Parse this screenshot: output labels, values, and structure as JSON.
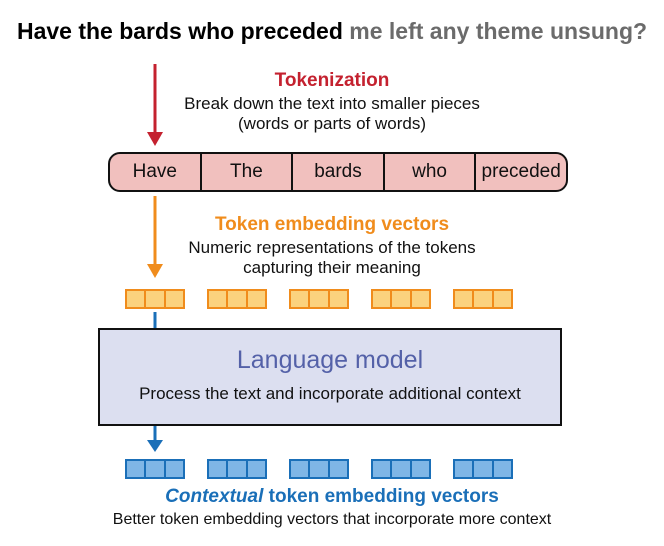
{
  "sentence": {
    "bold_part": "Have the bards who preceded",
    "muted_part": "me left any theme unsung?"
  },
  "tokenization": {
    "title": "Tokenization",
    "desc_line1": "Break down the text into smaller pieces",
    "desc_line2": "(words or parts of words)"
  },
  "tokens": [
    "Have",
    "The",
    "bards",
    "who",
    "preceded"
  ],
  "embedding": {
    "title": "Token embedding vectors",
    "desc_line1": "Numeric representations of the tokens",
    "desc_line2": "capturing their meaning"
  },
  "language_model": {
    "title": "Language model",
    "desc": "Process the text and incorporate additional context"
  },
  "contextual": {
    "title_italic": "Contextual",
    "title_rest": " token embedding vectors",
    "desc": "Better token embedding vectors that incorporate more context"
  },
  "colors": {
    "red": "#c4212f",
    "orange": "#f08c1c",
    "blue": "#1a6fb8",
    "token_fill": "#f1c0be",
    "lm_fill": "#dcdff0",
    "lm_title": "#5461a8"
  },
  "vector_count": 5
}
